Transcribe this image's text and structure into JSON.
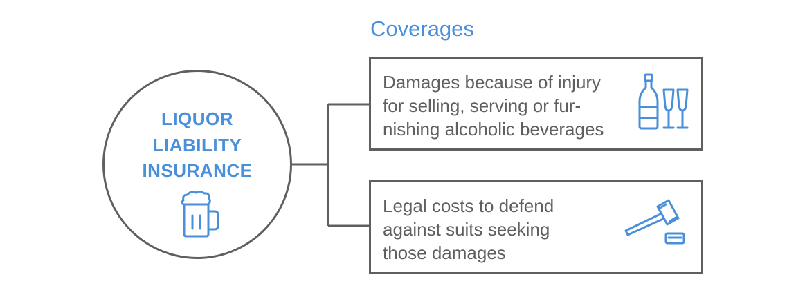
{
  "heading": "Coverages",
  "center": {
    "title_lines": [
      "LIQUOR",
      "LIABILITY",
      "INSURANCE"
    ],
    "icon": "beer-mug-icon"
  },
  "coverages": [
    {
      "text": "Damages because of injury\nfor selling, serving or fur-\nnishing alcoholic beverages",
      "icon": "champagne-glasses-icon"
    },
    {
      "text": "Legal costs to  defend\nagainst suits seeking\nthose damages",
      "icon": "gavel-icon"
    }
  ],
  "colors": {
    "accent_blue": "#4a8fd9",
    "outline_gray": "#5f5f5f"
  }
}
